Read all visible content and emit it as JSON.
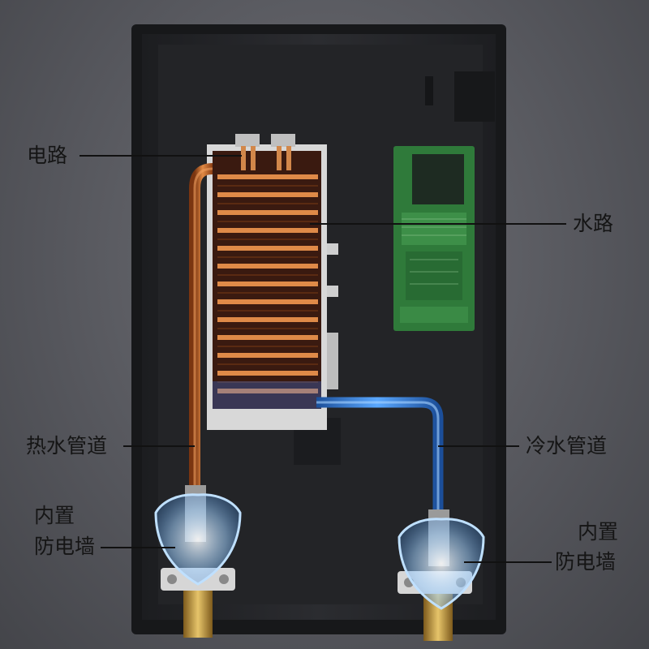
{
  "labels": {
    "circuit": "电路",
    "waterway": "水路",
    "hot_pipe": "热水管道",
    "cold_pipe": "冷水管道",
    "left_wall_line1": "内置",
    "left_wall_line2": "防电墙",
    "right_wall_line1": "内置",
    "right_wall_line2": "防电墙"
  },
  "colors": {
    "background": "#5f6066",
    "housing": "#242528",
    "copper": "#c8692a",
    "cold_pipe": "#2f7fd6",
    "pcb": "#2f7a3a",
    "shield_glow": "#8fc4ff",
    "brass": "#c9a24a"
  }
}
